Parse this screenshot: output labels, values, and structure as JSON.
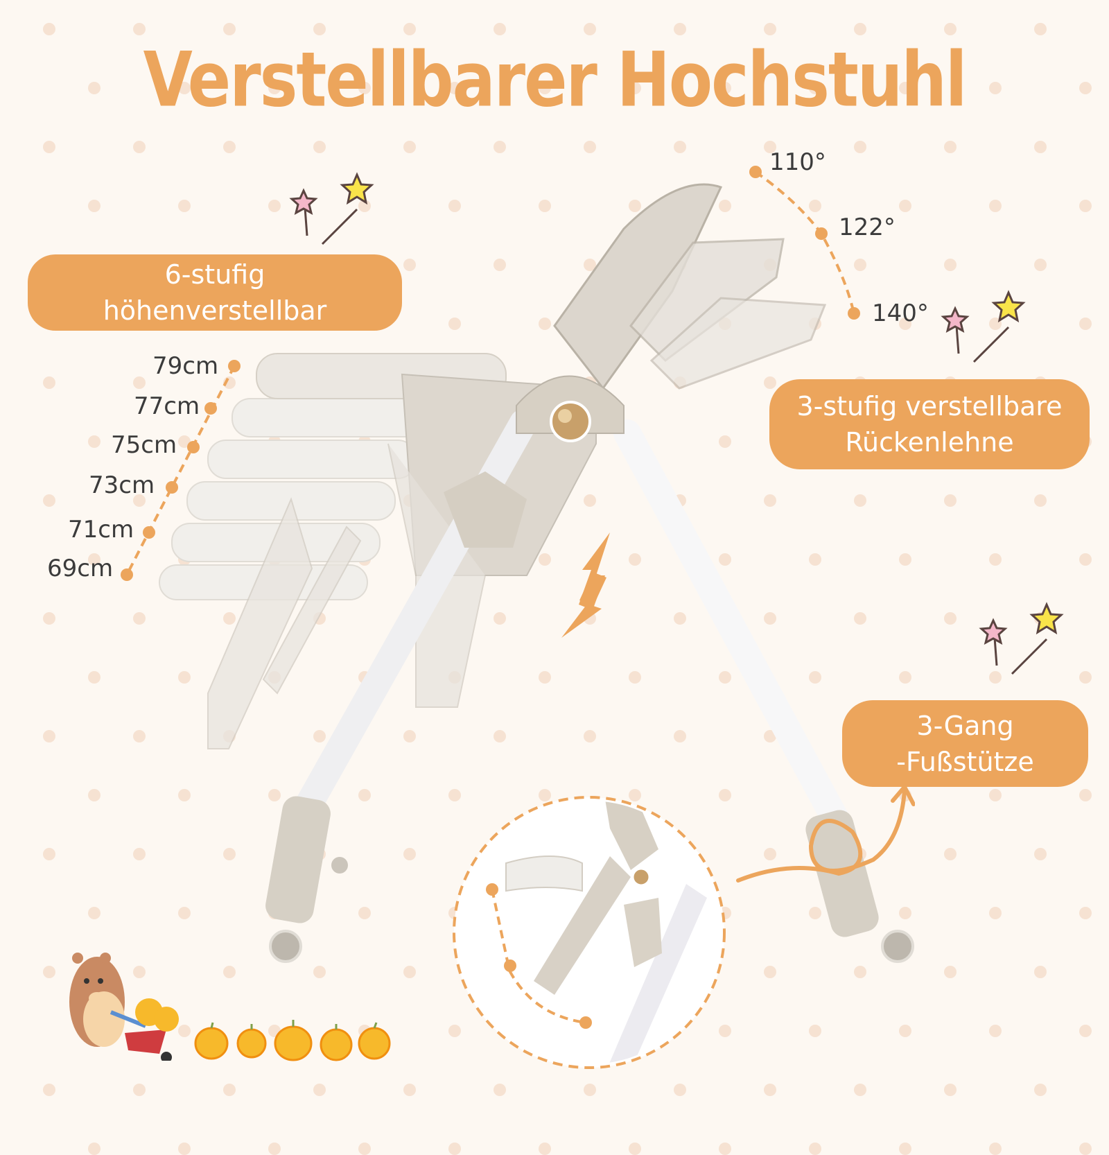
{
  "title": "Verstellbarer Hochstuhl",
  "features": {
    "height": {
      "line1": "6-stufig",
      "line2": "höhenverstellbar"
    },
    "backrest": {
      "line1": "3-stufig verstellbare",
      "line2": "Rückenlehne"
    },
    "footrest": {
      "line1": "3-Gang",
      "line2": "-Fußstütze"
    }
  },
  "height_levels": [
    "79cm",
    "77cm",
    "75cm",
    "73cm",
    "71cm",
    "69cm"
  ],
  "backrest_angles": [
    "110°",
    "122°",
    "140°"
  ],
  "colors": {
    "accent": "#eca55c",
    "background": "#fdf8f2",
    "dot": "#f6e2d2",
    "text": "#3b3b3b",
    "chair": "#d9d3ca"
  },
  "icons": [
    "star-wand-icon",
    "up-down-arrow-icon",
    "bear-wheelbarrow-illustration",
    "pumpkin-icon"
  ]
}
